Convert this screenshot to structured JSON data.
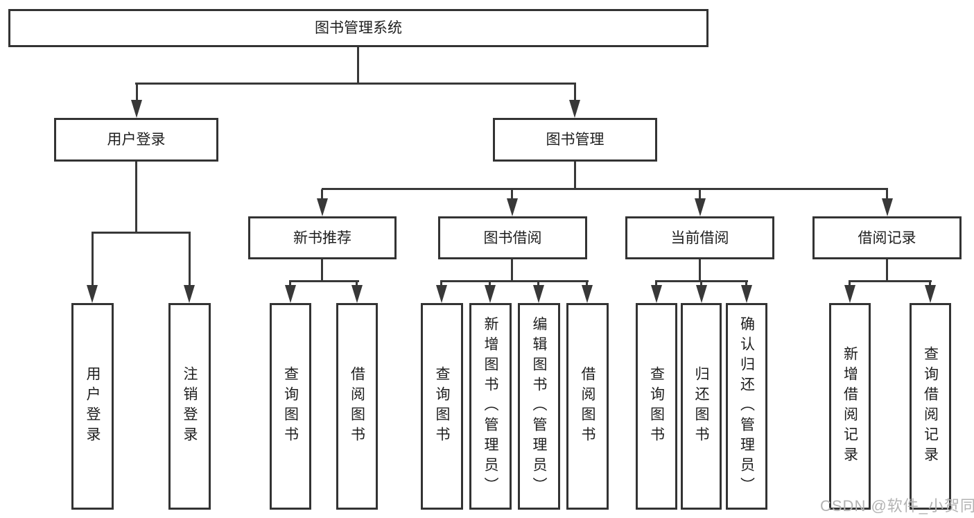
{
  "diagram": {
    "title": "图书管理系统",
    "watermark": "CSDN @软件_小贺同学",
    "colors": {
      "background": "#ffffff",
      "box_border": "#333333",
      "connector_line": "#383838",
      "text": "#1e1e1e",
      "watermark_text": "#b3b3b3"
    },
    "nodes": {
      "root": {
        "label": "图书管理系统"
      },
      "level2": [
        {
          "label": "用户登录",
          "parent": "图书管理系统"
        },
        {
          "label": "图书管理",
          "parent": "图书管理系统"
        }
      ],
      "level3": [
        {
          "label": "新书推荐",
          "parent": "图书管理"
        },
        {
          "label": "图书借阅",
          "parent": "图书管理"
        },
        {
          "label": "当前借阅",
          "parent": "图书管理"
        },
        {
          "label": "借阅记录",
          "parent": "图书管理"
        }
      ],
      "leaves": [
        {
          "label": "用户登录",
          "parent": "用户登录"
        },
        {
          "label": "注销登录",
          "parent": "用户登录"
        },
        {
          "label": "查询图书",
          "parent": "新书推荐"
        },
        {
          "label": "借阅图书",
          "parent": "新书推荐"
        },
        {
          "label": "查询图书",
          "parent": "图书借阅"
        },
        {
          "label": "新增图书（管理员）",
          "parent": "图书借阅"
        },
        {
          "label": "编辑图书（管理员）",
          "parent": "图书借阅"
        },
        {
          "label": "借阅图书",
          "parent": "图书借阅"
        },
        {
          "label": "查询图书",
          "parent": "当前借阅"
        },
        {
          "label": "归还图书",
          "parent": "当前借阅"
        },
        {
          "label": "确认归还（管理员）",
          "parent": "当前借阅"
        },
        {
          "label": "新增借阅记录",
          "parent": "借阅记录"
        },
        {
          "label": "查询借阅记录",
          "parent": "借阅记录"
        }
      ]
    }
  }
}
